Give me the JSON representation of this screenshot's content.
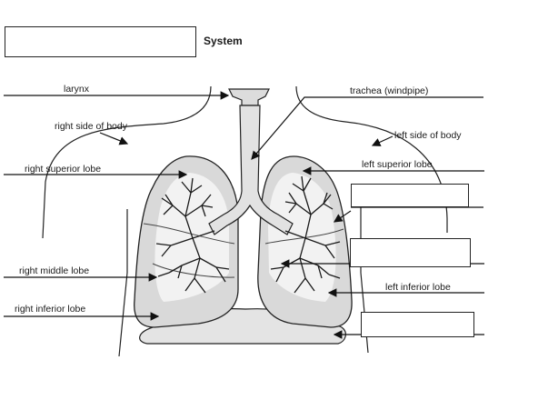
{
  "title": "System",
  "labels": {
    "larynx": "larynx",
    "trachea": "trachea (windpipe)",
    "right_side": "right side of body",
    "left_side": "left side of body",
    "right_superior": "right superior lobe",
    "left_superior": "left superior lobe",
    "right_middle": "right middle lobe",
    "right_inferior": "right inferior lobe",
    "left_inferior": "left inferior lobe"
  },
  "blank_boxes": 4,
  "colors": {
    "lung_fill": "#d9d9d9",
    "trachea_fill": "#e2e2e2",
    "line": "#222222"
  }
}
